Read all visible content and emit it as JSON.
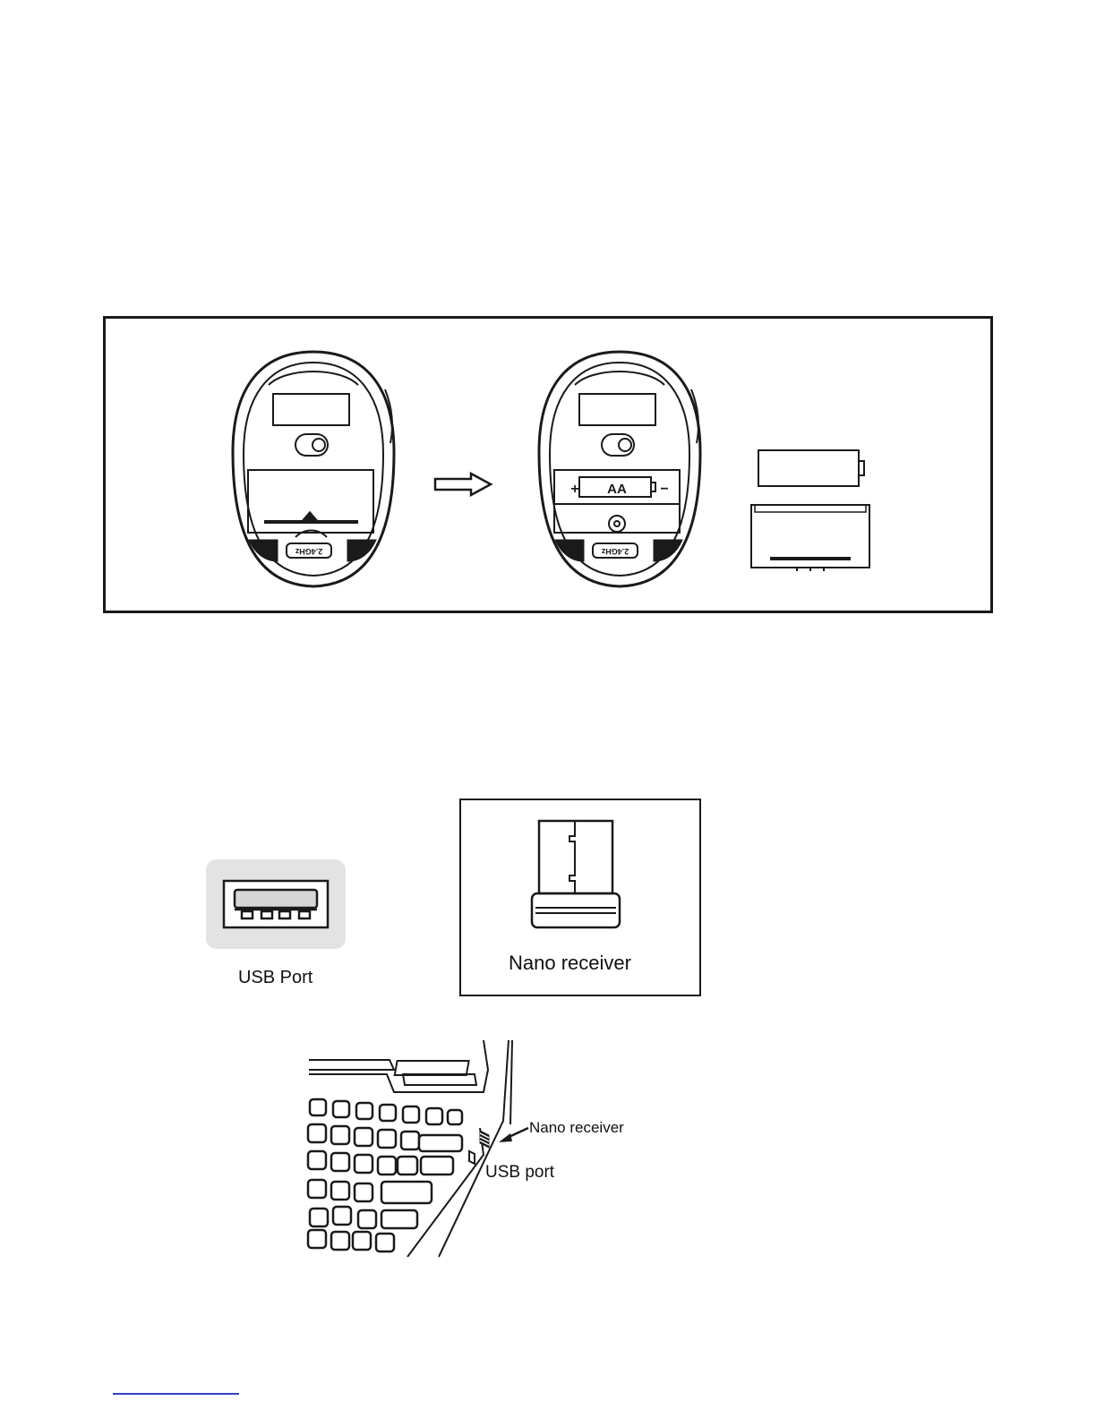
{
  "figure1": {
    "mouse_closed": {
      "badge": "2.4GHz"
    },
    "mouse_open": {
      "badge": "2.4GHz",
      "battery_label": "AA",
      "plus": "+",
      "minus": "−"
    }
  },
  "figure2": {
    "usb_port_label": "USB Port",
    "nano_receiver_label": "Nano receiver"
  },
  "figure3": {
    "nano_receiver_callout": "Nano receiver",
    "usb_port_callout": "USB port"
  },
  "colors": {
    "line": "#1a1a1a",
    "port_bg": "#e3e3e3",
    "footer_rule": "#3340c8"
  }
}
